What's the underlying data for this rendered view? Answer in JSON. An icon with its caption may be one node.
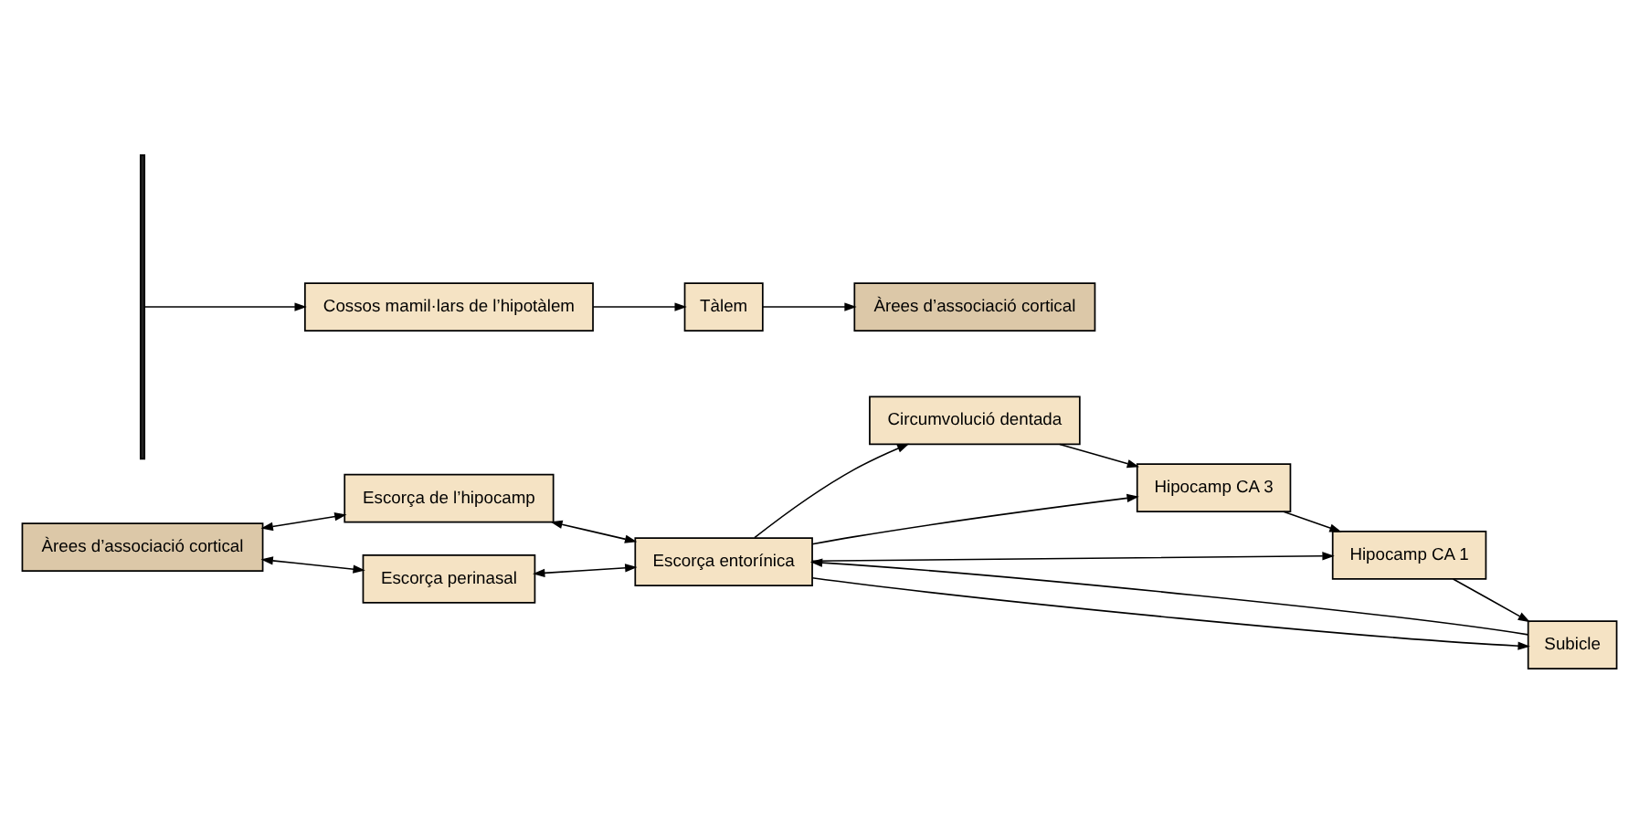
{
  "diagram": {
    "nodes": [
      {
        "text": [
          "Àrees d’associació cortical"
        ]
      },
      {
        "text": [
          "Escorça de l’hipocamp"
        ]
      },
      {
        "text": [
          "Escorça perinasal"
        ]
      },
      {
        "text": [
          "Escorça entorínica"
        ]
      },
      {
        "text": [
          "Circumvolució dentada"
        ]
      },
      {
        "text": [
          "Hipocamp CA 3"
        ]
      },
      {
        "text": [
          "Hipocamp CA 1"
        ]
      },
      {
        "text": [
          "Subicle"
        ]
      },
      {
        "text": [],
        "shape": "bar"
      },
      {
        "text": [
          "Cossos mamil·lars de l’hipotàlem"
        ]
      },
      {
        "text": [
          "Tàlem"
        ]
      },
      {
        "text": [
          "Àrees d’associació cortical"
        ]
      }
    ],
    "edges": [
      {
        "from": 0,
        "to": 1,
        "arrow": "both"
      },
      {
        "from": 0,
        "to": 2,
        "arrow": "both"
      },
      {
        "from": 1,
        "to": 3,
        "arrow": "both"
      },
      {
        "from": 2,
        "to": 3,
        "arrow": "both"
      },
      {
        "from": 3,
        "to": 4,
        "arrow": "to"
      },
      {
        "from": 3,
        "to": 5,
        "arrow": "to"
      },
      {
        "from": 3,
        "to": 6,
        "arrow": "to"
      },
      {
        "from": 3,
        "to": 7,
        "arrow": "to"
      },
      {
        "from": 4,
        "to": 5,
        "arrow": "to"
      },
      {
        "from": 5,
        "to": 6,
        "arrow": "to"
      },
      {
        "from": 6,
        "to": 7,
        "arrow": "to"
      },
      {
        "from": 7,
        "to": 3,
        "arrow": "to"
      },
      {
        "from": 8,
        "to": 9,
        "arrow": "to"
      },
      {
        "from": 9,
        "to": 10,
        "arrow": "to"
      },
      {
        "from": 10,
        "to": 11,
        "arrow": "to"
      }
    ]
  }
}
